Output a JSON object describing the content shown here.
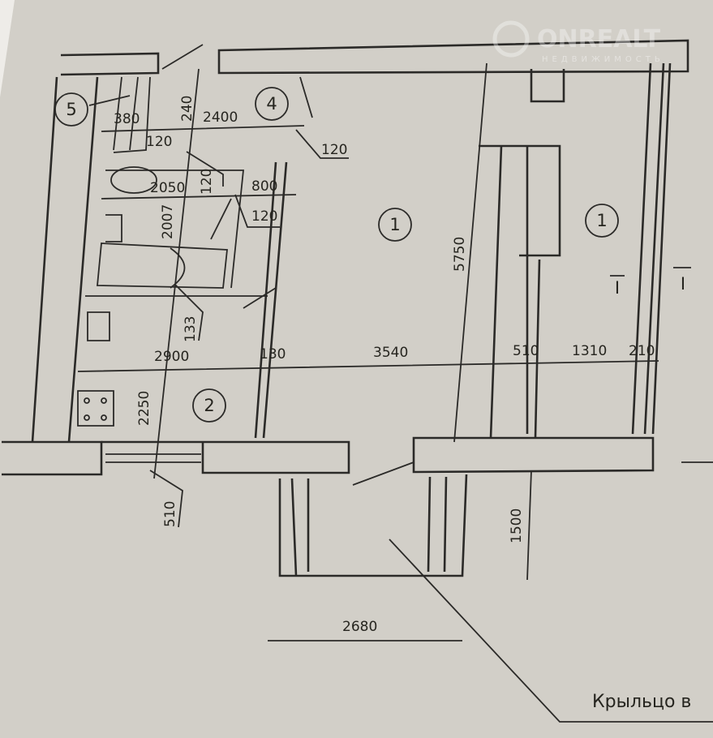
{
  "watermark": {
    "brand": "ONREALT",
    "tagline": "НЕДВИЖИМОСТЬ"
  },
  "rooms": [
    "1",
    "1",
    "2",
    "4",
    "5"
  ],
  "section_marks": [
    "I",
    "I"
  ],
  "dimensions": {
    "d380": "380",
    "d240": "240",
    "d2400": "2400",
    "d120a": "120",
    "d120b": "120",
    "d2050": "2050",
    "d120c": "120",
    "d800": "800",
    "d120d": "120",
    "d2007": "2007",
    "d133": "133",
    "d2900": "2900",
    "d130": "130",
    "d3540": "3540",
    "d510a": "510",
    "d1310": "1310",
    "d210": "210",
    "d5750": "5750",
    "d2250": "2250",
    "d510b": "510",
    "d1500": "1500",
    "d2680": "2680"
  },
  "caption": "Крыльцо в"
}
